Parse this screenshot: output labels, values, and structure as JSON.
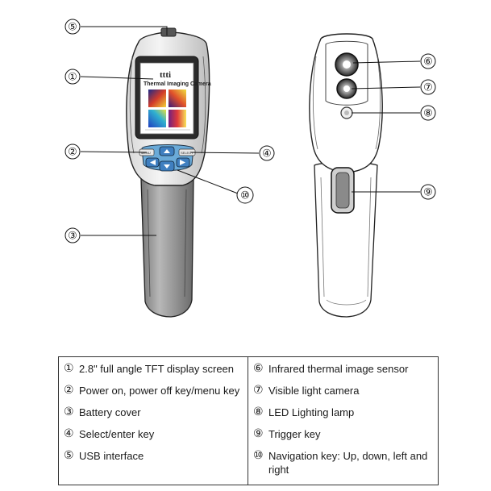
{
  "diagram": {
    "screen_logo": "ttti",
    "screen_title": "Thermal Imaging Camera",
    "power_key_label": "MENU",
    "select_key_label": "SELECT",
    "callouts": {
      "c1": "①",
      "c2": "②",
      "c3": "③",
      "c4": "④",
      "c5": "⑤",
      "c6": "⑥",
      "c7": "⑦",
      "c8": "⑧",
      "c9": "⑨",
      "c10": "⑩"
    }
  },
  "legend": {
    "left": [
      {
        "num": "①",
        "text": "2.8\" full angle TFT display screen"
      },
      {
        "num": "②",
        "text": "Power on, power off key/menu key"
      },
      {
        "num": "③",
        "text": "Battery cover"
      },
      {
        "num": "④",
        "text": "Select/enter key"
      },
      {
        "num": "⑤",
        "text": "USB interface"
      }
    ],
    "right": [
      {
        "num": "⑥",
        "text": "Infrared thermal image sensor"
      },
      {
        "num": "⑦",
        "text": "Visible light camera"
      },
      {
        "num": "⑧",
        "text": "LED Lighting lamp"
      },
      {
        "num": "⑨",
        "text": "Trigger key"
      },
      {
        "num": "⑩",
        "text": "Navigation key: Up, down, left and right"
      }
    ]
  }
}
